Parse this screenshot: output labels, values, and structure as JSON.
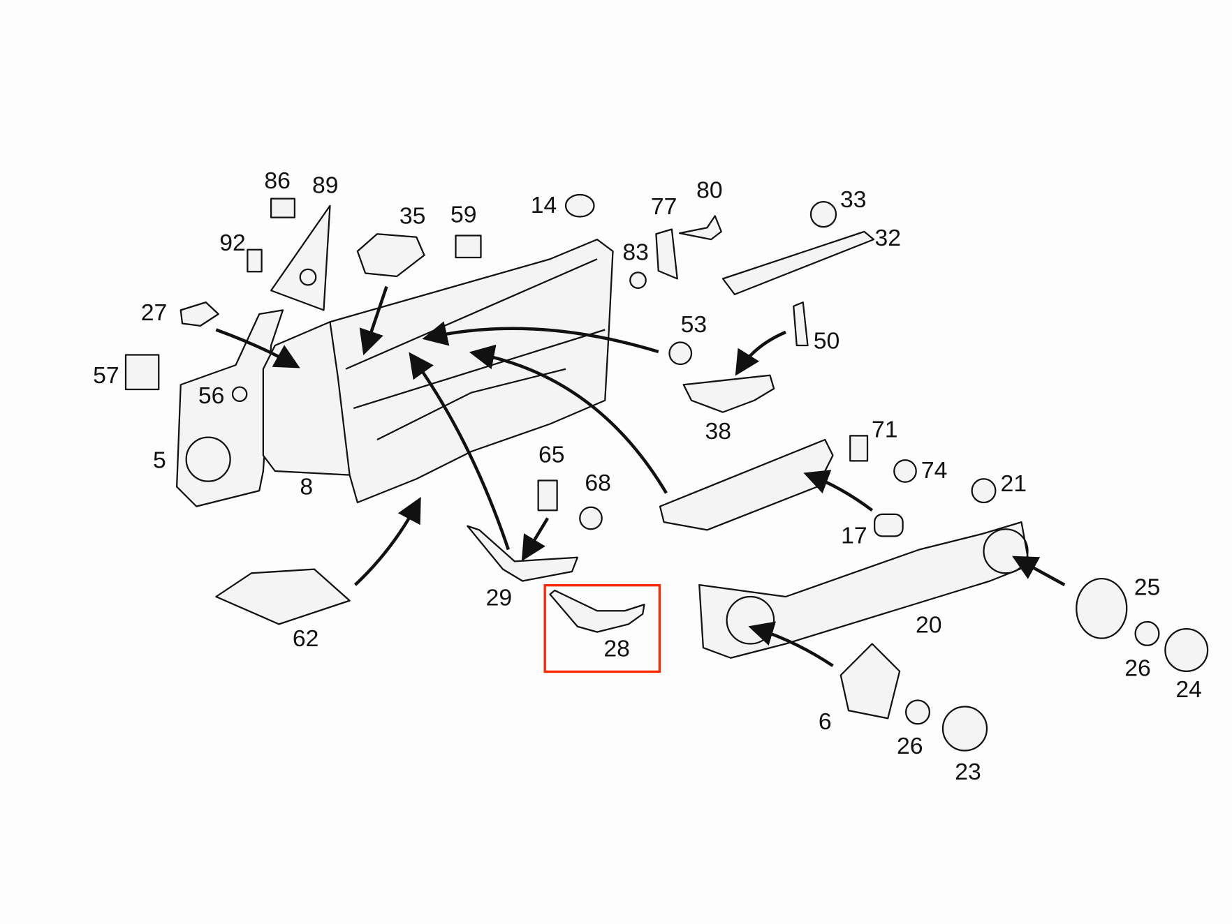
{
  "diagram": {
    "type": "exploded parts diagram",
    "highlight_color": "#ff2a00",
    "highlighted_part": "28",
    "labels": {
      "p86": "86",
      "p89": "89",
      "p92": "92",
      "p35": "35",
      "p59": "59",
      "p14": "14",
      "p77": "77",
      "p80": "80",
      "p33": "33",
      "p32": "32",
      "p83": "83",
      "p27": "27",
      "p57": "57",
      "p56": "56",
      "p53": "53",
      "p50": "50",
      "p38": "38",
      "p71": "71",
      "p74": "74",
      "p5": "5",
      "p8": "8",
      "p65": "65",
      "p68": "68",
      "p21": "21",
      "p17": "17",
      "p29": "29",
      "p62": "62",
      "p28": "28",
      "p20": "20",
      "p25": "25",
      "p26a": "26",
      "p24": "24",
      "p6": "6",
      "p26b": "26",
      "p23": "23"
    }
  }
}
